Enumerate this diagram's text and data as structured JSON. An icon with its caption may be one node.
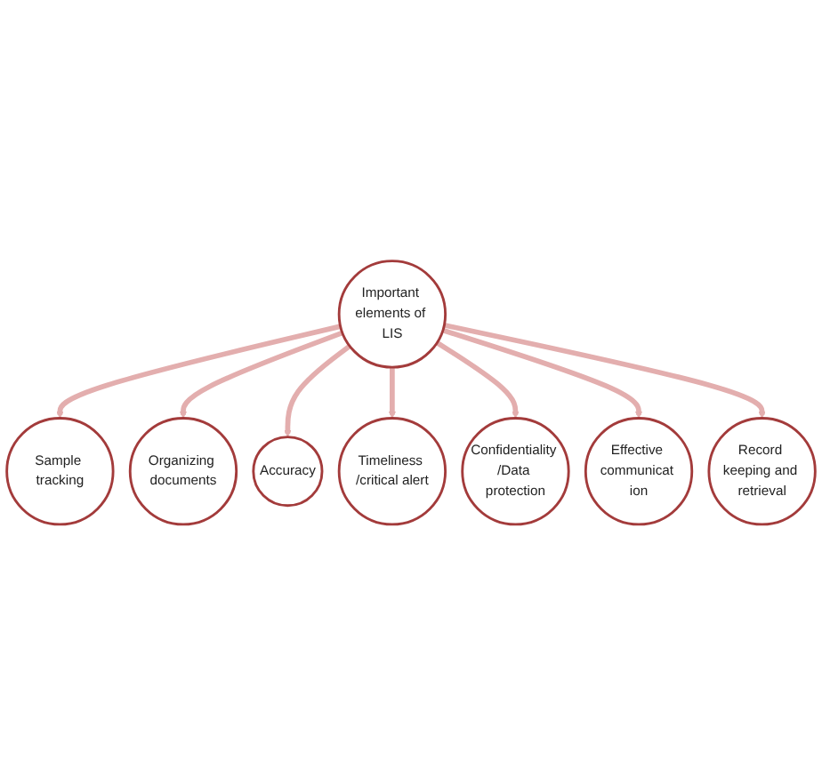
{
  "diagram": {
    "nodes": [
      {
        "text": [
          "Important elements of LIS"
        ]
      },
      {
        "text": [
          "Sample tracking"
        ]
      },
      {
        "text": [
          "Organizing documents"
        ]
      },
      {
        "text": [
          "Accuracy"
        ]
      },
      {
        "text": [
          "Timeliness /critical alert"
        ]
      },
      {
        "text": [
          "Confidentiality /Data protection"
        ]
      },
      {
        "text": [
          "Effective communicat ion"
        ]
      },
      {
        "text": [
          "Record keeping and retrieval"
        ]
      }
    ],
    "edges": [
      {
        "from": 0,
        "to": 1,
        "arrow": "to"
      },
      {
        "from": 0,
        "to": 2,
        "arrow": "to"
      },
      {
        "from": 0,
        "to": 3,
        "arrow": "to"
      },
      {
        "from": 0,
        "to": 4,
        "arrow": "to"
      },
      {
        "from": 0,
        "to": 5,
        "arrow": "to"
      },
      {
        "from": 0,
        "to": 6,
        "arrow": "to"
      },
      {
        "from": 0,
        "to": 7,
        "arrow": "to"
      }
    ]
  }
}
